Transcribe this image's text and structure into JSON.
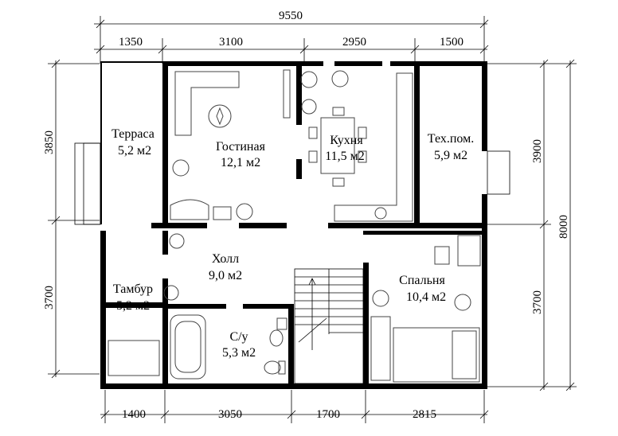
{
  "dimensions": {
    "top_total": "9550",
    "top_segments": [
      "1350",
      "3100",
      "2950",
      "1500"
    ],
    "bottom_segments": [
      "1400",
      "3050",
      "1700",
      "2815"
    ],
    "left_segments": [
      "3850",
      "3700"
    ],
    "right_inner": [
      "3900",
      "3700"
    ],
    "right_total": "8000"
  },
  "rooms": [
    {
      "name": "Терраса",
      "area": "5,2 м2"
    },
    {
      "name": "Гостиная",
      "area": "12,1 м2"
    },
    {
      "name": "Кухня",
      "area": "11,5 м2"
    },
    {
      "name": "Тех.пом.",
      "area": "5,9 м2"
    },
    {
      "name": "Холл",
      "area": "9,0 м2"
    },
    {
      "name": "Тамбур",
      "area": "5,2 м2"
    },
    {
      "name": "С/у",
      "area": "5,3 м2"
    },
    {
      "name": "Спальня",
      "area": "10,4 м2"
    }
  ]
}
